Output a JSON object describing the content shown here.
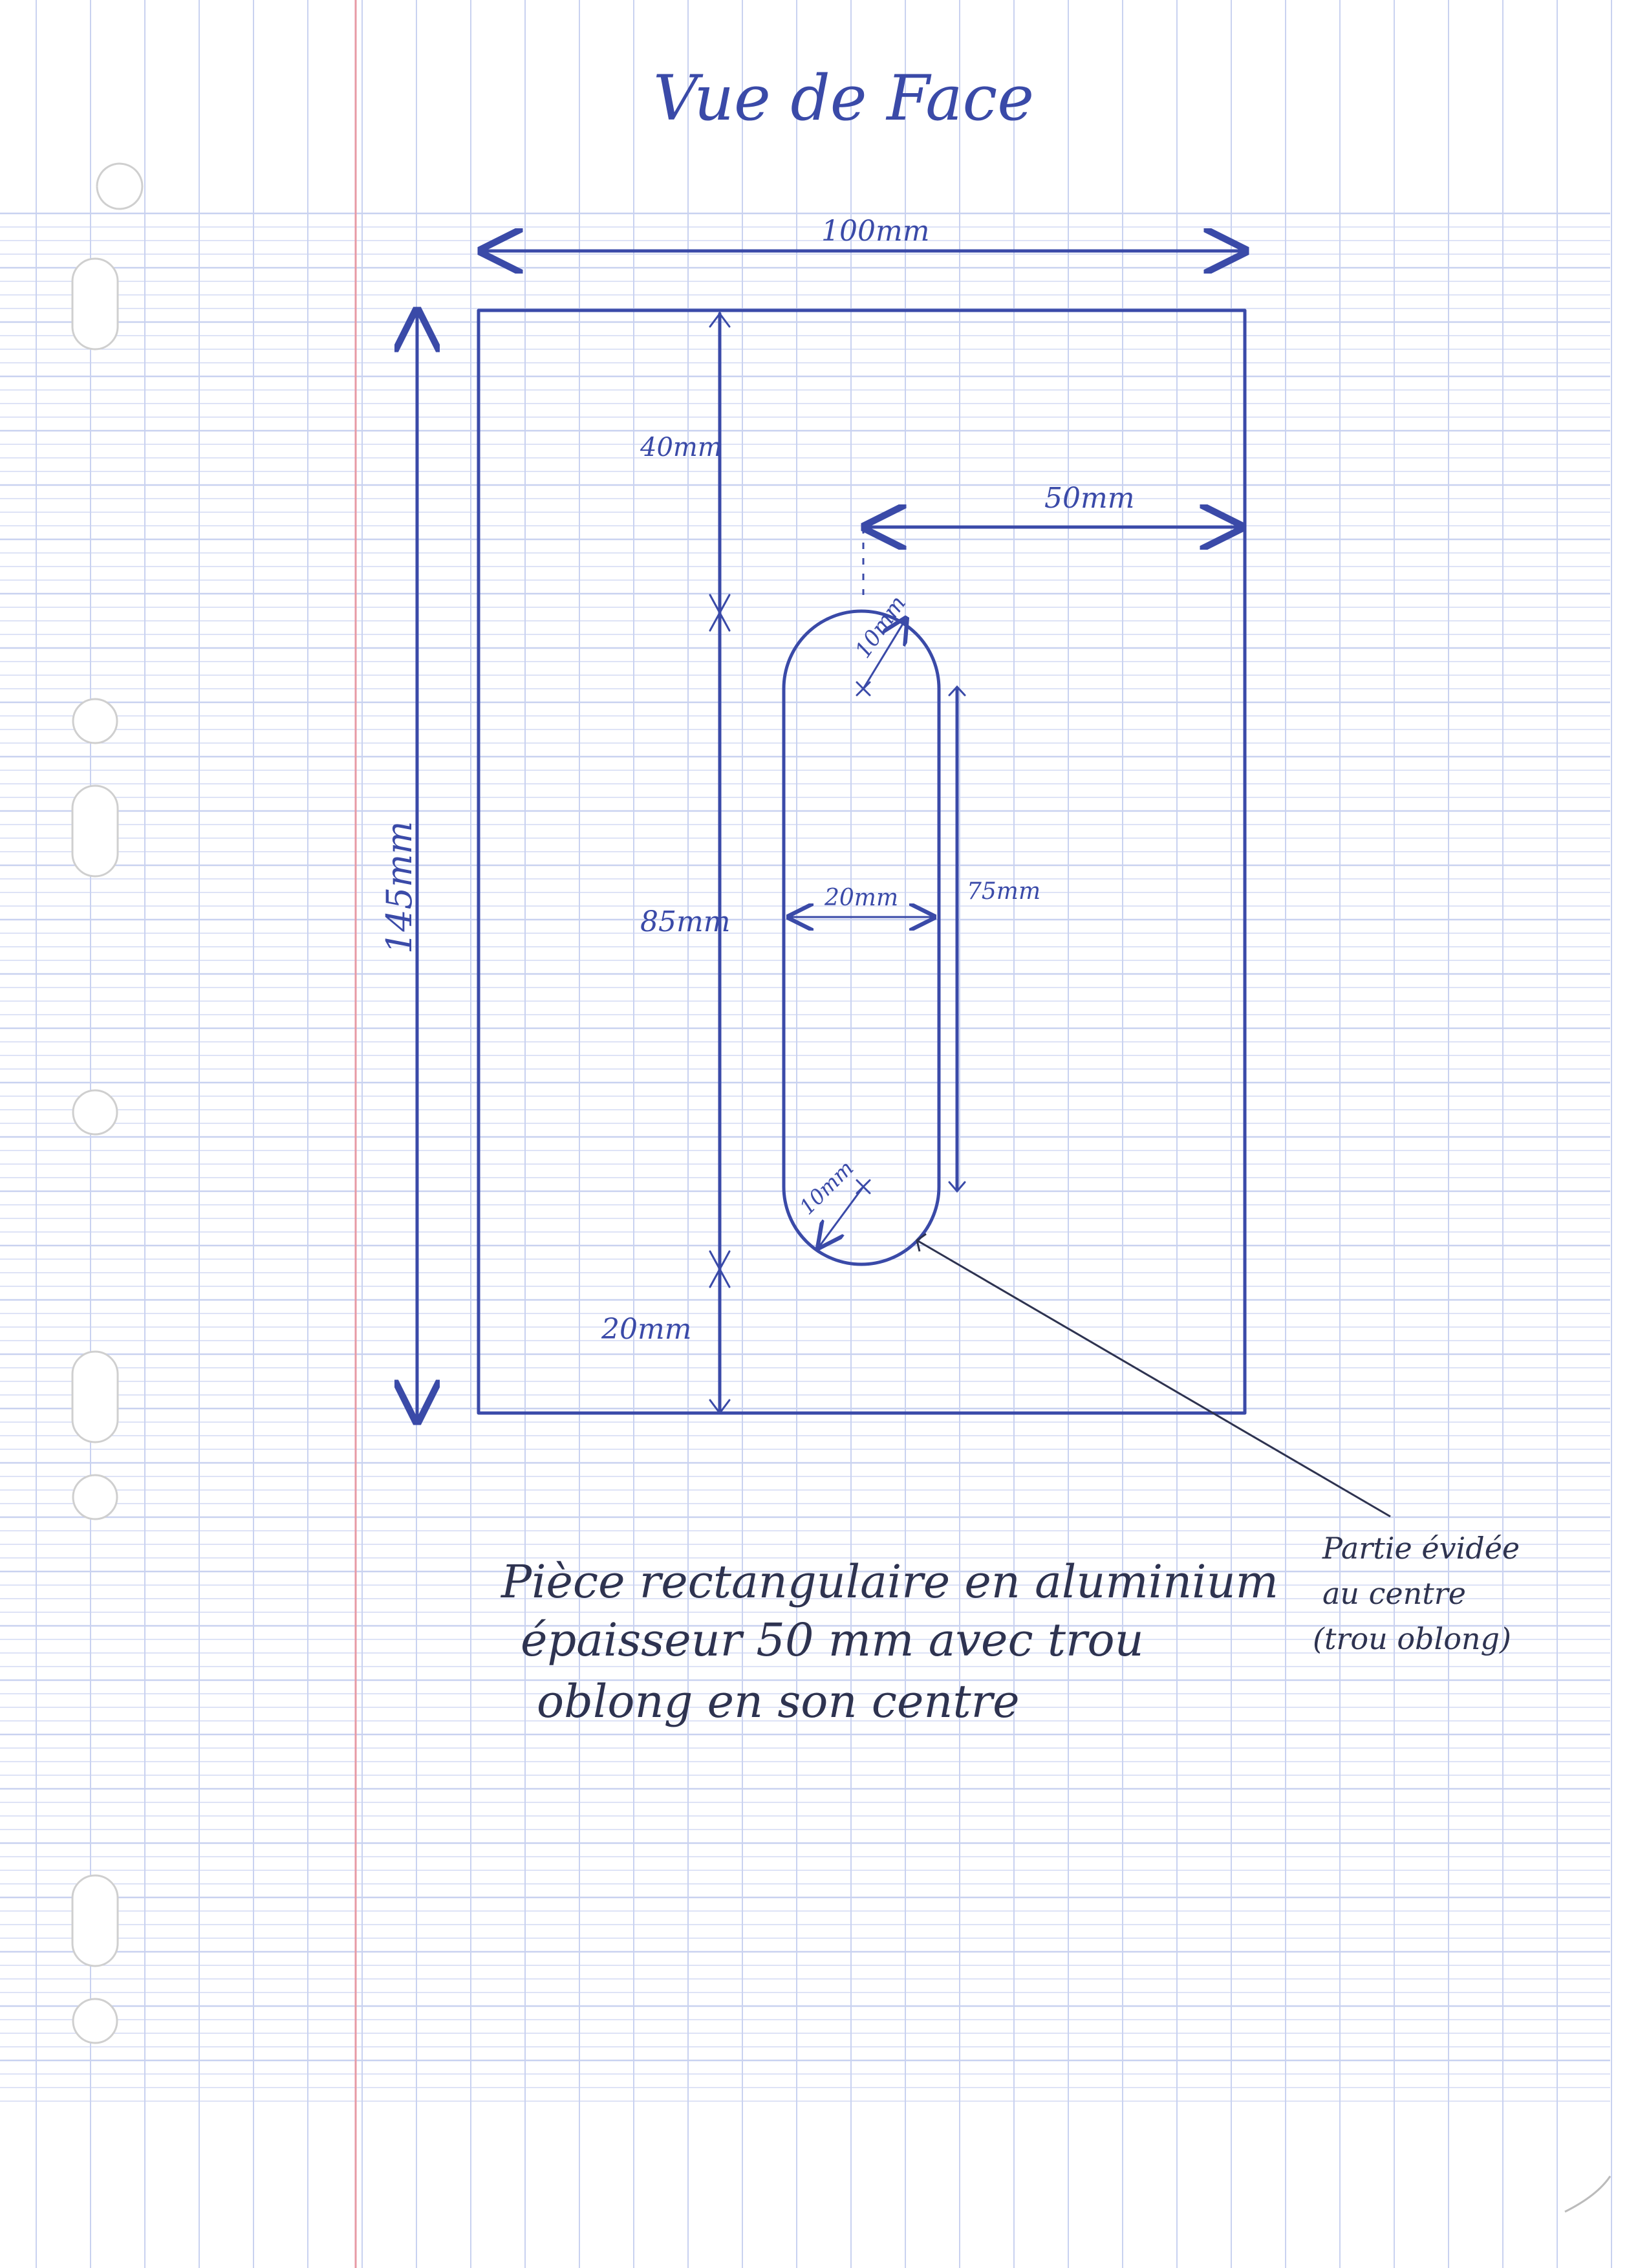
{
  "title": "Vue de Face",
  "dimensions": {
    "width": "100mm",
    "height_total": "145mm",
    "top_offset": "40mm",
    "slot_zone": "85mm",
    "bottom_offset": "20mm",
    "right_offset": "50mm",
    "radius_top": "10mm",
    "radius_bottom": "10mm",
    "slot_width": "20mm",
    "slot_straight": "75mm"
  },
  "description": {
    "line1": "Pièce rectangulaire en aluminium",
    "line2": "épaisseur 50 mm avec trou",
    "line3": "oblong en son centre"
  },
  "callout": {
    "line1": "Partie évidée",
    "line2": "au centre",
    "line3": "(trou oblong)"
  },
  "colors": {
    "ink": "#3a4aa8",
    "grid_blue": "#c9d2f0",
    "margin_red": "#e79aa5"
  }
}
